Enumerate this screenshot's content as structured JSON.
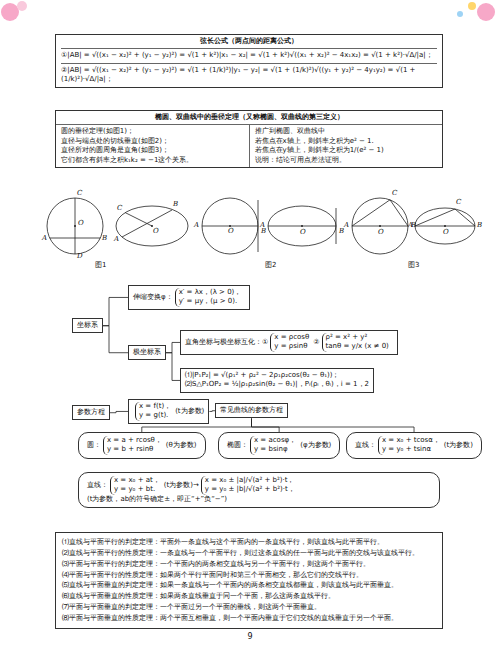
{
  "diagram": {
    "nodes": [
      {
        "text": [
          "弦长公式（两点间的距离公式）",
          "①|AB| = √((x₁ − x₂)² + (y₁ − y₂)²) = √(1 + k²)|x₁ − x₂| = √(1 + k²)√((x₁ + x₂)² − 4x₁x₂) = √(1 + k²)·√Δ/|a|；",
          "②|AB| = √((x₁ − x₂)² + (y₁ − y₂)²) = √(1 + (1/k)²)|y₁ − y₂| = √(1 + (1/k)²)√((y₁ + y₂)² − 4y₁y₂) = √(1 + (1/k)²)·√Δ/|a|；"
        ]
      },
      {
        "text": [
          "椭圆、双曲线中的垂径定理（又称椭圆、双曲线的第三定义）"
        ]
      },
      {
        "text": [
          "圆的垂径定理(如图1)；",
          "直径与端点处的切线垂直(如图2)；",
          "直径所对的圆周角是直角(如图3)；",
          "它们都含有斜率之积k₁k₂ = −1这个关系。"
        ],
        "in": 1
      },
      {
        "text": [
          "推广到椭圆、双曲线中",
          "若焦点在x轴上，则斜率之积为e² − 1.",
          "若焦点在y轴上，则斜率之积为1/(e² − 1)",
          "说明：结论可用点差法证明。"
        ],
        "in": 1
      },
      {
        "text": [
          "坐标系"
        ]
      },
      {
        "text": [
          "伸缩变换φ：",
          "x′ = λx，(λ > 0)，",
          "y′ = μy，(μ > 0)."
        ]
      },
      {
        "text": [
          "极坐标系"
        ]
      },
      {
        "text": [
          "直角坐标与极坐标互化：",
          "①",
          "x = ρcosθ",
          "y = ρsinθ",
          "②",
          "ρ² = x² + y²",
          "tanθ = y/x (x ≠ 0)"
        ]
      },
      {
        "text": [
          "⑴|P₁P₂| = √(ρ₁² + ρ₂² − 2ρ₁ρ₂cos(θ₂ − θ₁))；",
          "⑵S△P₁OP₂ = ½|ρ₁ρ₂sin(θ₂ − θ₁)|，Pᵢ(ρᵢ，θᵢ)，i = 1，2"
        ]
      },
      {
        "text": [
          "参数方程"
        ]
      },
      {
        "text": [
          "x = f(t)，",
          "y = g(t).",
          "(t为参数)"
        ]
      },
      {
        "text": [
          "常见曲线的参数方程"
        ]
      },
      {
        "text": [
          "圆：",
          "x = a + rcosθ，",
          "y = b + rsinθ",
          "(θ为参数)"
        ]
      },
      {
        "text": [
          "椭圆：",
          "x = acosφ，",
          "y = bsinφ",
          "(φ为参数)"
        ]
      },
      {
        "text": [
          "直线：",
          "x = x₀ + tcosα，",
          "y = y₀ + tsinα",
          "(t为参数)"
        ]
      },
      {
        "text": [
          "直线：",
          "x = x₀ + at，",
          "y = y₀ + bt.",
          "(t为参数)→",
          "x = x₀ ± |a|/√(a² + b²)·t，",
          "y = y₀ ± |b|/√(a² + b²)·t，",
          "(t为参数，ab的符号确定±，即正“+”负“−”)"
        ]
      },
      {
        "text": [
          "⑴直线与平面平行的判定定理：平面外一条直线与这个平面内的一条直线平行，则该直线与此平面平行。",
          "⑵直线与平面平行的性质定理：一条直线与一个平面平行，则过这条直线的任一平面与此平面的交线与该直线平行。",
          "⑶平面与平面平行的判定定理：一个平面内的两条相交直线与另一个平面平行，则这两个平面平行。",
          "⑷平面与平面平行的性质定理：如果两个平行平面同时和第三个平面相交，那么它们的交线平行。",
          "⑸直线与平面垂直的判定定理：如果一条直线与一个平面内的两条相交直线都垂直，则该直线与此平面垂直。",
          "⑹直线与平面垂直的性质定理：如果两条直线垂直于同一个平面，那么这两条直线平行。",
          "⑺平面与平面垂直的判定定理：一个平面过另一个平面的垂线，则这两个平面垂直。",
          "⑻平面与平面垂直的性质定理：两个平面互相垂直，则一个平面内垂直于它们交线的直线垂直于另一个平面。"
        ]
      }
    ],
    "edges": [
      {
        "from": 4,
        "to": 5,
        "arrow": "none"
      },
      {
        "from": 4,
        "to": 6,
        "arrow": "none"
      },
      {
        "from": 6,
        "to": 7,
        "arrow": "none"
      },
      {
        "from": 6,
        "to": 8,
        "arrow": "none"
      },
      {
        "from": 9,
        "to": 10,
        "arrow": "none"
      },
      {
        "from": 10,
        "to": 11,
        "arrow": "none"
      },
      {
        "from": 11,
        "to": 12,
        "arrow": "none"
      },
      {
        "from": 11,
        "to": 13,
        "arrow": "none"
      },
      {
        "from": 11,
        "to": 14,
        "arrow": "none"
      }
    ],
    "labels": [
      "图1",
      "图2",
      "图3",
      "A",
      "B",
      "C",
      "D",
      "O",
      "A",
      "B",
      "C",
      "O",
      "A",
      "B",
      "O",
      "A",
      "B",
      "O",
      "A",
      "B",
      "C",
      "O",
      "A",
      "B",
      "C",
      "O",
      "9"
    ]
  }
}
